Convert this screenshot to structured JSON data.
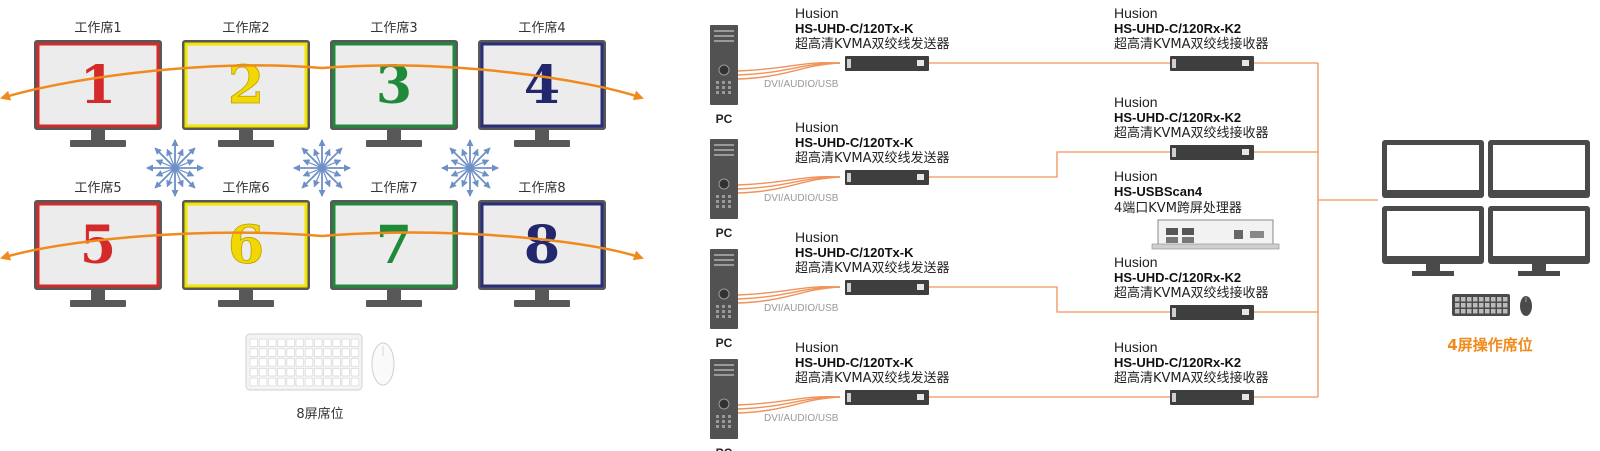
{
  "left_panel": {
    "workstations": [
      {
        "label": "工作席1",
        "number": "1",
        "border": "#d42a2a",
        "numcolor": "#d42a2a"
      },
      {
        "label": "工作席2",
        "number": "2",
        "border": "#f0e600",
        "numcolor": "#f2d800"
      },
      {
        "label": "工作席3",
        "number": "3",
        "border": "#1f8a3a",
        "numcolor": "#1f8a3a"
      },
      {
        "label": "工作席4",
        "number": "4",
        "border": "#2a2f7a",
        "numcolor": "#23286e"
      },
      {
        "label": "工作席5",
        "number": "5",
        "border": "#d42a2a",
        "numcolor": "#d42a2a"
      },
      {
        "label": "工作席6",
        "number": "6",
        "border": "#f0e600",
        "numcolor": "#f2d800"
      },
      {
        "label": "工作席7",
        "number": "7",
        "border": "#1f8a3a",
        "numcolor": "#1f8a3a"
      },
      {
        "label": "工作席8",
        "number": "8",
        "border": "#2a2f7a",
        "numcolor": "#23286e"
      }
    ],
    "caption": "8屏席位"
  },
  "transmitters": [
    {
      "brand": "Husion",
      "model": "HS-UHD-C/120Tx-K",
      "desc": "超高清KVMA双绞线发送器",
      "signal": "DVI/AUDIO/USB",
      "pc": "PC"
    },
    {
      "brand": "Husion",
      "model": "HS-UHD-C/120Tx-K",
      "desc": "超高清KVMA双绞线发送器",
      "signal": "DVI/AUDIO/USB",
      "pc": "PC"
    },
    {
      "brand": "Husion",
      "model": "HS-UHD-C/120Tx-K",
      "desc": "超高清KVMA双绞线发送器",
      "signal": "DVI/AUDIO/USB",
      "pc": "PC"
    },
    {
      "brand": "Husion",
      "model": "HS-UHD-C/120Tx-K",
      "desc": "超高清KVMA双绞线发送器",
      "signal": "DVI/AUDIO/USB",
      "pc": "PC"
    }
  ],
  "receivers": [
    {
      "brand": "Husion",
      "model": "HS-UHD-C/120Rx-K2",
      "desc": "超高清KVMA双绞线接收器"
    },
    {
      "brand": "Husion",
      "model": "HS-UHD-C/120Rx-K2",
      "desc": "超高清KVMA双绞线接收器"
    },
    {
      "brand": "Husion",
      "model": "HS-UHD-C/120Rx-K2",
      "desc": "超高清KVMA双绞线接收器"
    },
    {
      "brand": "Husion",
      "model": "HS-UHD-C/120Rx-K2",
      "desc": "超高清KVMA双绞线接收器"
    }
  ],
  "processor": {
    "brand": "Husion",
    "model": "HS-USBScan4",
    "desc": "4端口KVM跨屏处理器"
  },
  "operator_station": {
    "caption": "4屏操作席位",
    "caption_color": "#f08a1c"
  },
  "colors": {
    "cable": "#f0935a",
    "monitor_frame": "#585858",
    "screen": "#ececec",
    "arrow": "#f08a1c",
    "cross_arrow": "#6f8fc7"
  }
}
